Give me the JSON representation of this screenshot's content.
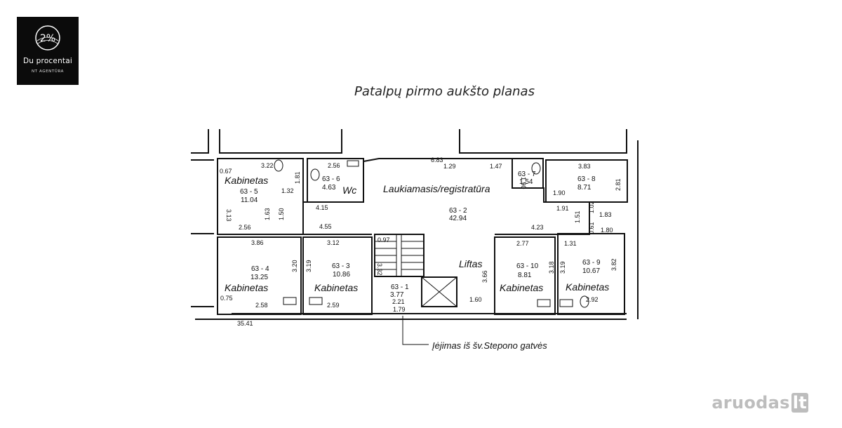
{
  "brand": {
    "name": "Du procentai",
    "subtitle": "NT AGENTŪRA",
    "mark": "2%"
  },
  "title": "Patalpų pirmo aukšto planas",
  "rooms": {
    "r5": {
      "name": "Kabinetas",
      "code": "63 - 5",
      "area": "11.04"
    },
    "r6": {
      "name": "Wc",
      "code": "63 - 6",
      "area": "4.63"
    },
    "r2": {
      "name": "Laukiamasis/registratūra",
      "code": "63 - 2",
      "area": "42.94"
    },
    "r7": {
      "code": "63 - 7",
      "area": "1.54"
    },
    "r8": {
      "code": "63 - 8",
      "area": "8.71"
    },
    "r4": {
      "name": "Kabinetas",
      "code": "63 - 4",
      "area": "13.25"
    },
    "r3": {
      "name": "Kabinetas",
      "code": "63 - 3",
      "area": "10.86"
    },
    "r1": {
      "code": "63 - 1",
      "area": "3.77"
    },
    "lift": {
      "name": "Liftas"
    },
    "r10": {
      "name": "Kabinetas",
      "code": "63 - 10",
      "area": "8.81"
    },
    "r9": {
      "name": "Kabinetas",
      "code": "63 - 9",
      "area": "10.67"
    }
  },
  "dims": {
    "d0_67": "0.67",
    "d3_22": "3.22",
    "d2_56a": "2.56",
    "d6_83": "6.83",
    "d1_29": "1.29",
    "d1_47": "1.47",
    "d3_83": "3.83",
    "d1_81": "1.81",
    "d1_32": "1.32",
    "d3_13": "3.13",
    "d4_15": "4.15",
    "d1_63": "1.63",
    "d1_50": "1.50",
    "d2_56b": "2.56",
    "d4_55": "4.55",
    "d1_90a": "1.90",
    "d1_90b": "1.90",
    "d2_81": "2.81",
    "d1_91": "1.91",
    "d1_02": "1.02",
    "d1_83": "1.83",
    "d1_51": "1.51",
    "d4_23": "4.23",
    "d0_61": "0.61",
    "d1_80": "1.80",
    "d3_86": "3.86",
    "d3_12": "3.12",
    "d0_97": "0.97",
    "d3_20": "3.20",
    "d3_19a": "3.19",
    "d3_32": "3.32",
    "d2_77": "2.77",
    "d1_31": "1.31",
    "d3_18": "3.18",
    "d3_19b": "3.19",
    "d3_82": "3.82",
    "d3_66": "3.66",
    "d0_75": "0.75",
    "d2_58": "2.58",
    "d2_59": "2.59",
    "d2_21": "2.21",
    "d1_79": "1.79",
    "d1_60": "1.60",
    "d2_92": "2.92",
    "d35_41": "35.41"
  },
  "entrance_label": "Įėjimas iš šv.Stepono gatvės",
  "watermark": {
    "text": "aruodas",
    "suffix": "lt"
  }
}
